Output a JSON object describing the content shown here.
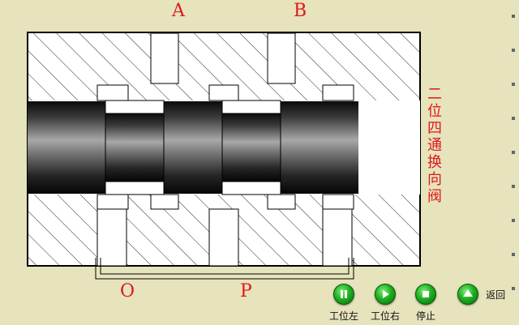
{
  "ports": {
    "a": "A",
    "b": "B",
    "o": "O",
    "p": "P"
  },
  "valve_title": [
    "二",
    "位",
    "四",
    "通",
    "换",
    "向",
    "阀"
  ],
  "controls": {
    "left_label": "工位左",
    "right_label": "工位右",
    "stop_label": "停止",
    "back_label": "返回"
  },
  "colors": {
    "background": "#e6e3bd",
    "label_red": "#e01818",
    "button_green": "#1fb020"
  },
  "icons": {
    "left": "pause-icon",
    "right": "play-icon",
    "stop": "stop-icon",
    "back": "up-arrow-icon"
  }
}
